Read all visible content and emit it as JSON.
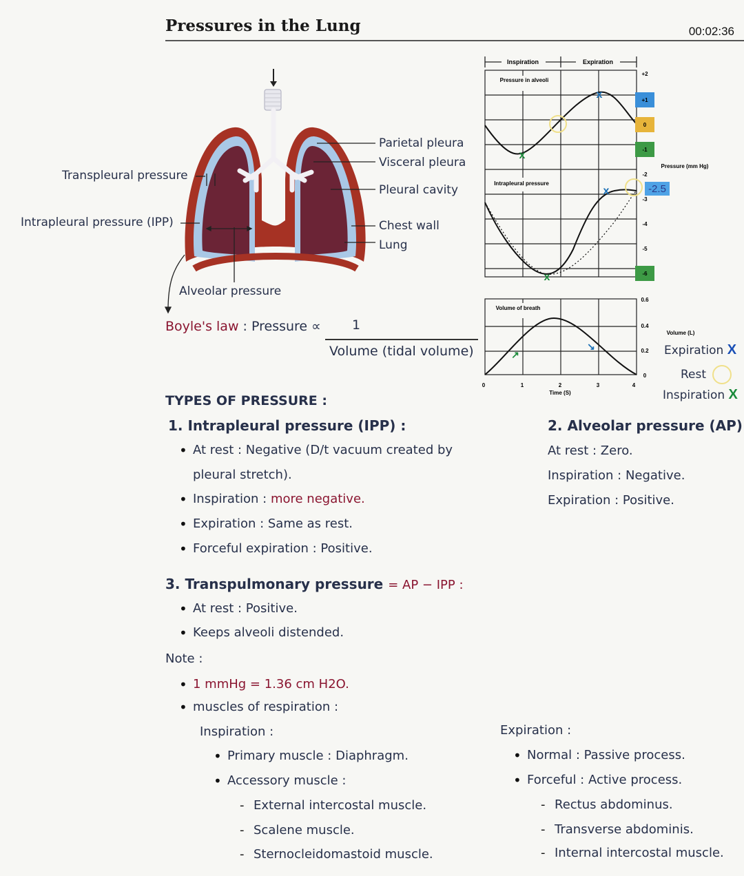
{
  "title": "Pressures in the Lung",
  "timer": "00:02:36",
  "diagram": {
    "labels": {
      "parietal": "Parietal pleura",
      "visceral": "Visceral pleura",
      "cavity": "Pleural cavity",
      "chest_wall": "Chest wall",
      "lung": "Lung",
      "transpleural": "Transpleural pressure",
      "intrapleural": "Intrapleural pressure (IPP)",
      "alveolar": "Alveolar pressure"
    }
  },
  "boyle": {
    "law": "Boyle's law",
    "relation": ": Pressure ∝",
    "numerator": "1",
    "denominator": "Volume (tidal volume)"
  },
  "graph": {
    "header_insp": "Inspiration",
    "header_exp": "Expiration",
    "panel_alveoli": "Pressure in alveoli",
    "panel_intrapleural": "Intrapleural pressure",
    "panel_volume": "Volume of breath",
    "pressure_ticks": [
      "+2",
      "+1",
      "0",
      "-1",
      "-2",
      "-3",
      "-4",
      "-5",
      "-6"
    ],
    "pressure_unit": "Pressure (mm Hg)",
    "note_25": "-2.5",
    "volume_ticks": [
      "0.6",
      "0.4",
      "0.2",
      "0"
    ],
    "volume_unit": "Volume (L)",
    "time_ticks": [
      "0",
      "1",
      "2",
      "3",
      "4"
    ],
    "time_label": "Time (S)",
    "legend": {
      "expiration": "Expiration",
      "rest": "Rest",
      "inspiration": "Inspiration",
      "x_mark": "X"
    }
  },
  "types": {
    "heading": "TYPES OF PRESSURE :",
    "ipp": {
      "heading": "1. Intrapleural pressure (IPP) :",
      "items": [
        "At rest : Negative (D/t vacuum created by",
        "pleural stretch).",
        "Inspiration :",
        "more negative.",
        "Expiration : Same as rest.",
        "Forceful expiration : Positive."
      ]
    },
    "ap": {
      "heading": "2. Alveolar pressure (AP) :",
      "items": [
        "At rest : Zero.",
        "Inspiration : Negative.",
        "Expiration : Positive."
      ]
    },
    "tp": {
      "heading": "3. Transpulmonary pressure",
      "formula": "= AP − IPP :",
      "items": [
        "At rest : Positive.",
        "Keeps alveoli distended."
      ]
    }
  },
  "note": {
    "heading": "Note :",
    "mmhg": "1 mmHg = 1.36 cm H2O.",
    "muscles": "muscles of respiration :",
    "inspiration": {
      "heading": "Inspiration :",
      "primary": "Primary muscle : Diaphragm.",
      "accessory": "Accessory muscle :",
      "list": [
        "External intercostal muscle.",
        "Scalene muscle.",
        "Sternocleidomastoid muscle."
      ]
    },
    "expiration": {
      "heading": "Expiration :",
      "normal": "Normal : Passive process.",
      "forceful": "Forceful : Active process.",
      "list": [
        "Rectus abdominus.",
        "Transverse abdominis.",
        "Internal intercostal muscle."
      ]
    }
  }
}
